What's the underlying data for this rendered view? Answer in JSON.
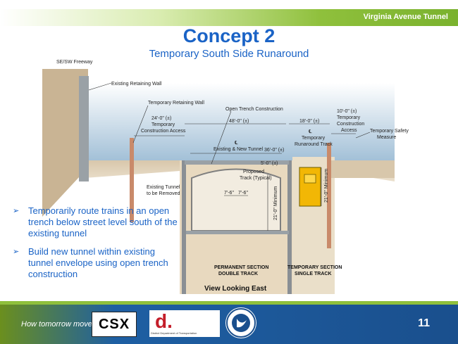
{
  "header": {
    "section_label": "Virginia Avenue Tunnel"
  },
  "title": "Concept 2",
  "subtitle": "Temporary South Side Runaround",
  "diagram": {
    "labels": {
      "freeway": "SE/SW Freeway",
      "existing_wall": "Existing Retaining Wall",
      "temp_wall": "Temporary Retaining Wall",
      "open_trench": "Open Trench Construction",
      "dim_24": "24'-0\" (±)",
      "temp_access_1": "Temporary",
      "temp_access_2": "Construction Access",
      "dim_48": "48'-0\" (±)",
      "dim_18": "18'-0\" (±)",
      "dim_10": "10'-0\" (±)",
      "temp_access_r1": "Temporary",
      "temp_access_r2": "Construction",
      "temp_access_r3": "Access",
      "safety_1": "Temporary Safety",
      "safety_2": "Measure",
      "cl": "℄",
      "existing_new": "Existing & New Tunnel",
      "dim_36": "36'-0\" (±)",
      "runaround_1": "Temporary",
      "runaround_2": "Runaround Track",
      "dim_5": "5'-0\" (±)",
      "proposed_1": "Proposed",
      "proposed_2": "Track (Typical)",
      "existing_tunnel_1": "Existing Tunnel",
      "existing_tunnel_2": "to be Removed",
      "dim_7a": "7'-6\"",
      "dim_7b": "7'-6\"",
      "min_21a": "21'-0\" Minimum",
      "min_21b": "21'-0\" Minimum",
      "perm_1": "PERMANENT SECTION",
      "perm_2": "DOUBLE TRACK",
      "temp_1": "TEMPORARY SECTION",
      "temp_2": "SINGLE TRACK"
    },
    "view_label": "View Looking East"
  },
  "bullets": [
    "Temporarily route trains in an open trench below street level south of the existing tunnel",
    "Build new tunnel within existing tunnel envelope using open trench construction"
  ],
  "footer": {
    "tagline": "How tomorrow moves",
    "csx_logo": "CSX",
    "ddot_logo": "d.",
    "ddot_caption": "District Department of Transportation",
    "page_number": "11"
  },
  "colors": {
    "accent": "#1a63c6",
    "green": "#8fc03c",
    "footer_blue": "#1a4f8d"
  }
}
